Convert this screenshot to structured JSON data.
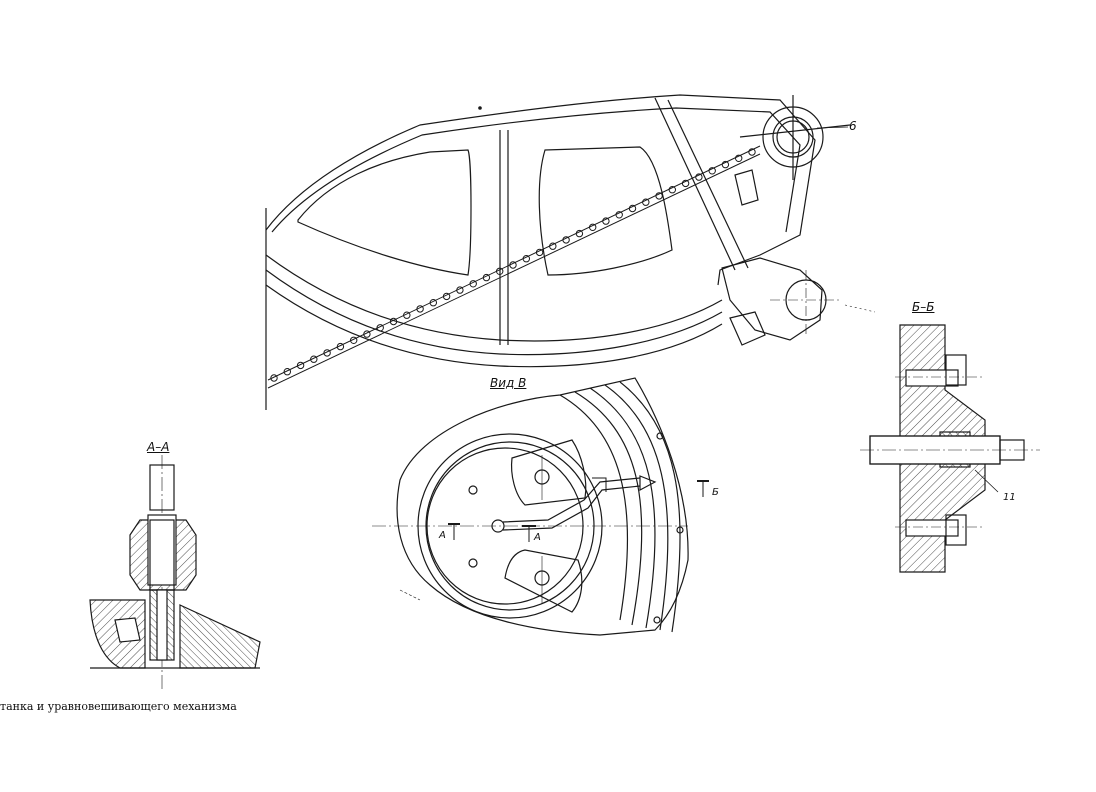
{
  "labels": {
    "callout_6": "6",
    "view_b_title": "Вид В",
    "section_aa_title": "А–А",
    "section_bb_title": "Б–Б",
    "mark_a_left": "А",
    "mark_a_right": "А",
    "mark_b": "Б",
    "callout_11": "11"
  },
  "caption": "танка и уравновешивающего механизма",
  "colors": {
    "ink": "#1a1a1a",
    "paper": "#ffffff"
  }
}
